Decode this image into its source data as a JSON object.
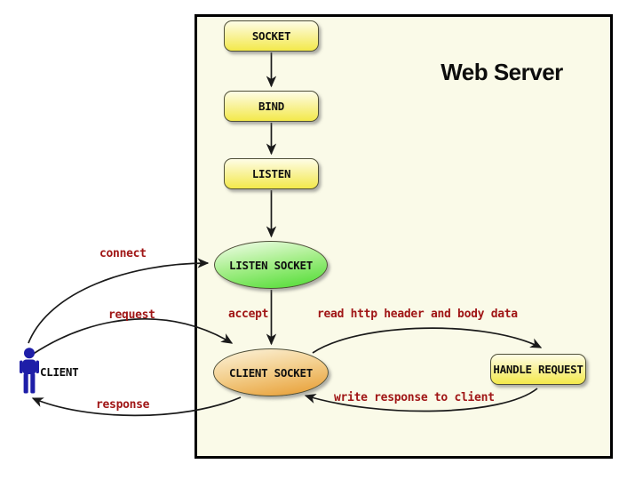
{
  "title": "Web Server",
  "nodes": {
    "socket": {
      "label": "SOCKET"
    },
    "bind": {
      "label": "BIND"
    },
    "listen": {
      "label": "LISTEN"
    },
    "listen_socket": {
      "label": "LISTEN SOCKET"
    },
    "client_socket": {
      "label": "CLIENT SOCKET"
    },
    "handle_request": {
      "label": "HANDLE REQUEST"
    }
  },
  "actor": {
    "label": "CLIENT",
    "icon": "person-icon"
  },
  "edges": {
    "connect": {
      "label": "connect",
      "from": "client",
      "to": "listen_socket"
    },
    "request": {
      "label": "request",
      "from": "client",
      "to": "client_socket"
    },
    "response": {
      "label": "response",
      "from": "client_socket",
      "to": "client"
    },
    "accept": {
      "label": "accept",
      "from": "listen_socket",
      "to": "client_socket"
    },
    "read_http": {
      "label": "read http header and body data",
      "from": "client_socket",
      "to": "handle_request"
    },
    "write_response": {
      "label": "write response to client",
      "from": "handle_request",
      "to": "client_socket"
    }
  },
  "colors": {
    "server_box_bg": "#FAFAE8",
    "server_box_border": "#000000",
    "node_yellow_top": "#FEFDE6",
    "node_yellow_bottom": "#F3E94B",
    "ellipse_green_top": "#F4FDEE",
    "ellipse_green_bottom": "#4CDB2F",
    "ellipse_orange_top": "#FCF3DC",
    "ellipse_orange_bottom": "#E79B2F",
    "node_border": "#4f4f38",
    "edge_label_red": "#A01616",
    "arrow_black": "#1a1a1a",
    "actor_blue": "#1E1EA8"
  }
}
